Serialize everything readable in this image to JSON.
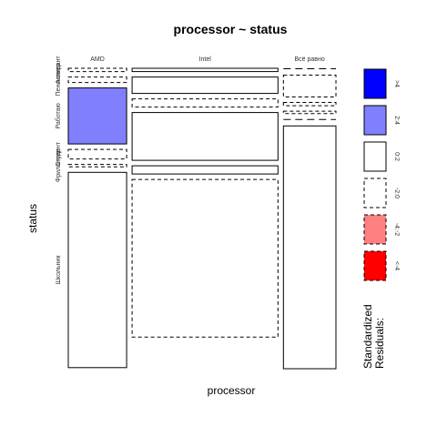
{
  "chart_data": {
    "type": "mosaic",
    "title": "processor ~ status",
    "xlabel": "processor",
    "ylabel": "status",
    "categories_x": [
      "AMD",
      "Intel",
      "Всё равно"
    ],
    "categories_y": [
      "Аспирант",
      "Пенсионер",
      "Работаю",
      "Студент",
      "Фрилансер",
      "Школьник"
    ],
    "column_shares": [
      0.2,
      0.5,
      0.18
    ],
    "cells": {
      "AMD": [
        0.012,
        0.02,
        0.205,
        0.035,
        0.009,
        0.715
      ],
      "Intel": [
        0.012,
        0.06,
        0.03,
        0.175,
        0.03,
        0.577
      ],
      "Всё равно": [
        0.005,
        0.08,
        0.012,
        0.009,
        0.005,
        0.889
      ]
    },
    "residual_bins": {
      "AMD": [
        "-2:0",
        "-2:0",
        "2:4",
        "-2:0",
        "-2:0",
        "0:2"
      ],
      "Intel": [
        "0:2",
        "0:2",
        "-2:0",
        "0:2",
        "0:2",
        "-2:0"
      ],
      "Всё равно": [
        "-2:0",
        "-2:0",
        "-2:0",
        "-2:0",
        "-2:0",
        "0:2"
      ]
    },
    "legend": {
      "title_line1": "Standardized",
      "title_line2": "Residuals:",
      "bins": [
        {
          "label": ">4",
          "color": "#0000ff",
          "dashed": false
        },
        {
          "label": "2:4",
          "color": "#8080ff",
          "dashed": false
        },
        {
          "label": "0:2",
          "color": "#ffffff",
          "dashed": false
        },
        {
          "label": "-2:0",
          "color": "#ffffff",
          "dashed": true
        },
        {
          "label": "-4:-2",
          "color": "#ff8080",
          "dashed": true
        },
        {
          "label": "<-4",
          "color": "#ff0000",
          "dashed": true
        }
      ]
    },
    "colors": {
      "pos_strong": "#0000ff",
      "pos_mid": "#8080ff",
      "neutral": "#ffffff",
      "neg_mid": "#ff8080",
      "neg_strong": "#ff0000"
    }
  }
}
